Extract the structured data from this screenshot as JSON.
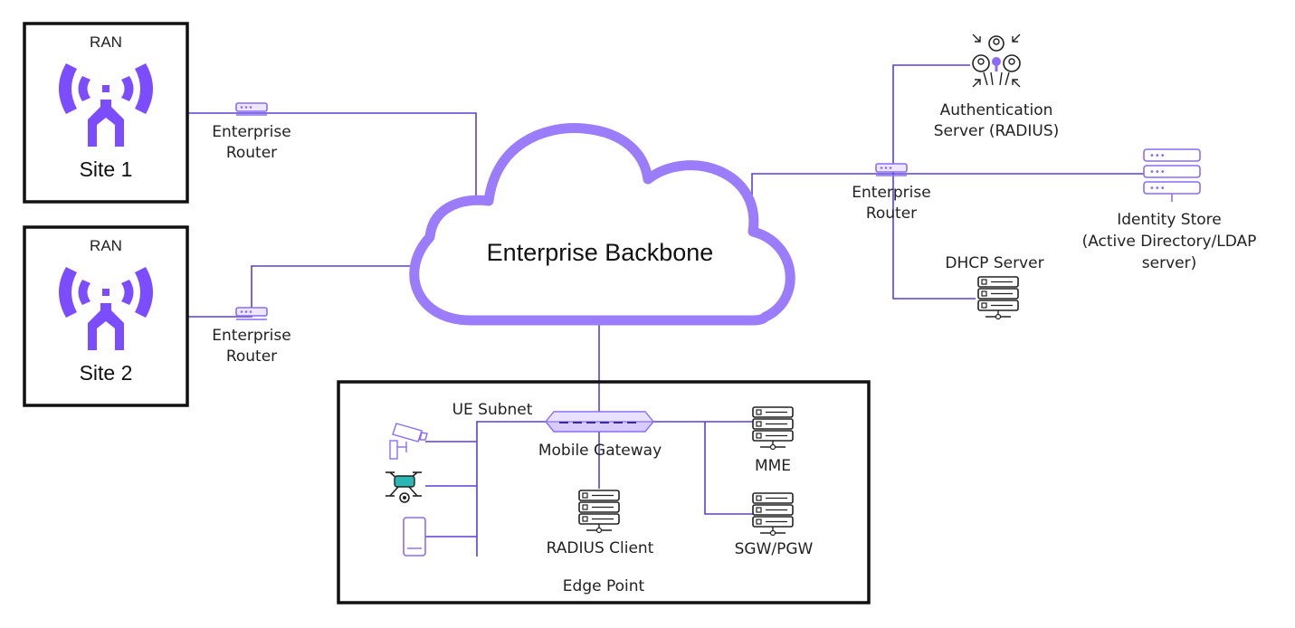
{
  "site1": {
    "ran_label": "RAN",
    "site_label": "Site 1",
    "router_label": [
      "Enterprise",
      "Router"
    ]
  },
  "site2": {
    "ran_label": "RAN",
    "site_label": "Site 2",
    "router_label": [
      "Enterprise",
      "Router"
    ]
  },
  "backbone": {
    "label": "Enterprise Backbone"
  },
  "right_router": {
    "label": [
      "Enterprise",
      "Router"
    ]
  },
  "auth_server": {
    "label": [
      "Authentication",
      "Server (RADIUS)"
    ]
  },
  "identity_store": {
    "label": [
      "Identity Store",
      "(Active Directory/LDAP",
      "server)"
    ]
  },
  "dhcp_server": {
    "label": "DHCP Server"
  },
  "edge": {
    "title": "Edge Point",
    "ue_subnet": "UE Subnet",
    "gateway": "Mobile Gateway",
    "mme": "MME",
    "radius_client": "RADIUS Client",
    "sgw_pgw": "SGW/PGW"
  },
  "colors": {
    "accent": "#8c6cf7",
    "line": "#5b3fd6",
    "icon_purple": "#7c4dff",
    "border": "#111111",
    "drone_teal": "#2bb7b3"
  }
}
